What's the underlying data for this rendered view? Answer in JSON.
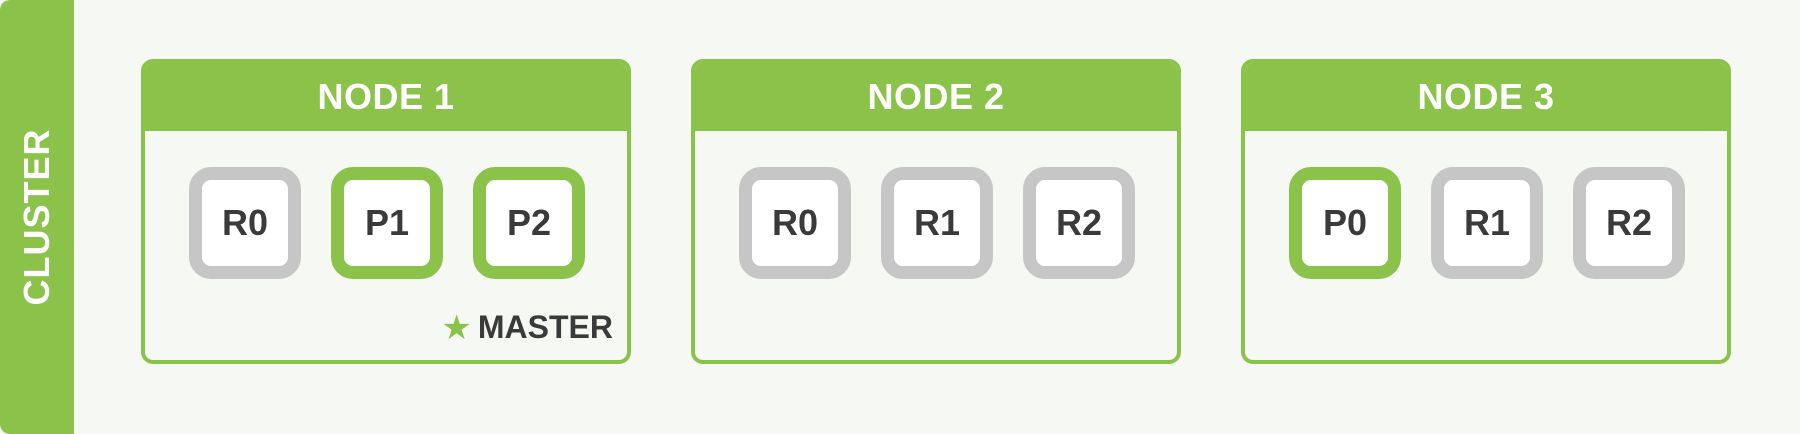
{
  "cluster": {
    "label": "CLUSTER"
  },
  "nodes": [
    {
      "title": "NODE 1",
      "shards": [
        {
          "label": "R0",
          "type": "replica"
        },
        {
          "label": "P1",
          "type": "primary"
        },
        {
          "label": "P2",
          "type": "primary"
        }
      ],
      "badge": {
        "label": "MASTER",
        "icon": "star-icon"
      }
    },
    {
      "title": "NODE 2",
      "shards": [
        {
          "label": "R0",
          "type": "replica"
        },
        {
          "label": "R1",
          "type": "replica"
        },
        {
          "label": "R2",
          "type": "replica"
        }
      ]
    },
    {
      "title": "NODE 3",
      "shards": [
        {
          "label": "P0",
          "type": "primary"
        },
        {
          "label": "R1",
          "type": "replica"
        },
        {
          "label": "R2",
          "type": "replica"
        }
      ]
    }
  ],
  "colors": {
    "accent": "#8bc34a",
    "replica_border": "#c6c6c6",
    "text": "#3a3a3a",
    "background": "#f6f8f4"
  }
}
